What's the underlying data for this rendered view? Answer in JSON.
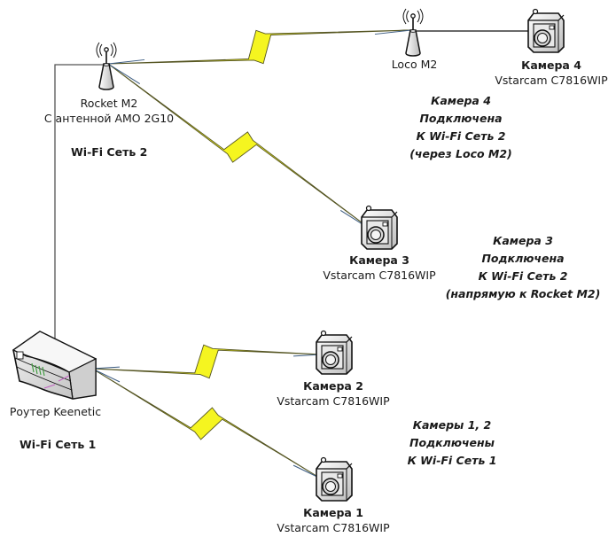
{
  "colors": {
    "bolt_fill": "#f5f520",
    "bolt_stroke": "#555522",
    "link_line": "#3a5a80",
    "wire": "#555555",
    "device_stroke": "#111111"
  },
  "devices": {
    "rocket": {
      "name": "Rocket M2",
      "desc": "С антенной AMO 2G10"
    },
    "loco": {
      "name": "Loco M2"
    },
    "router": {
      "name": "Роутер Keenetic"
    },
    "camera1": {
      "name": "Камера 1",
      "model": "Vstarcam C7816WIP"
    },
    "camera2": {
      "name": "Камера 2",
      "model": "Vstarcam C7816WIP"
    },
    "camera3": {
      "name": "Камера 3",
      "model": "Vstarcam C7816WIP"
    },
    "camera4": {
      "name": "Камера 4",
      "model": "Vstarcam C7816WIP"
    }
  },
  "networks": {
    "net2": "Wi-Fi Сеть 2",
    "net1": "Wi-Fi Сеть 1"
  },
  "notes": {
    "cam4": [
      "Камера 4",
      "Подключена",
      "К Wi-Fi Сеть 2",
      "(через Loco M2)"
    ],
    "cam3": [
      "Камера 3",
      "Подключена",
      "К Wi-Fi Сеть 2",
      "(напрямую к Rocket M2)"
    ],
    "cam12": [
      "Камеры 1, 2",
      "Подключены",
      "К Wi-Fi Сеть 1"
    ]
  },
  "links": [
    {
      "from": "rocket",
      "to": "loco",
      "type": "wireless"
    },
    {
      "from": "rocket",
      "to": "camera3",
      "type": "wireless"
    },
    {
      "from": "router",
      "to": "camera2",
      "type": "wireless"
    },
    {
      "from": "router",
      "to": "camera1",
      "type": "wireless"
    },
    {
      "from": "loco",
      "to": "camera4",
      "type": "wired"
    },
    {
      "from": "router",
      "to": "rocket",
      "type": "wired"
    }
  ]
}
